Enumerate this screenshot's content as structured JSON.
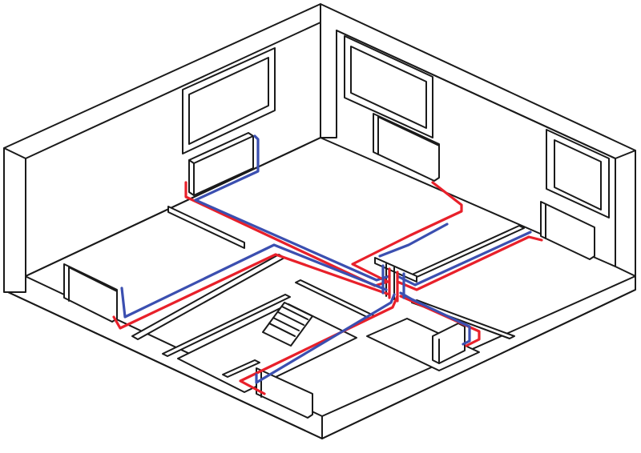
{
  "diagram": {
    "colors": {
      "background": "#ffffff",
      "outline": "#1a1a1a",
      "supply_pipe": "#e8202a",
      "return_pipe": "#3b4fb0"
    },
    "components": {
      "radiator_count": 6,
      "window_count": 3,
      "manifold_count": 1,
      "staircase_count": 1
    }
  }
}
